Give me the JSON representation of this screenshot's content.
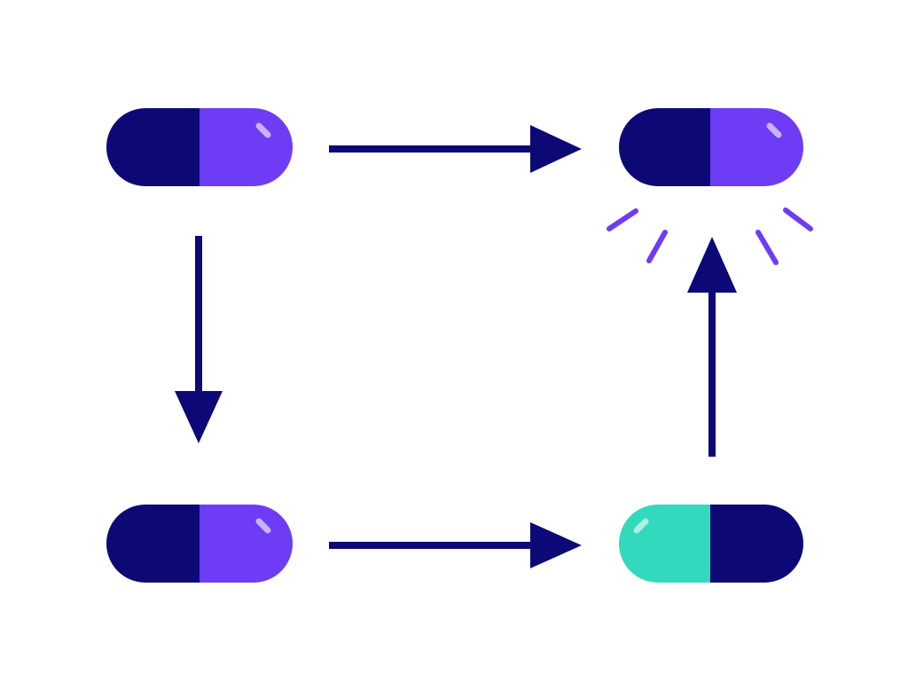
{
  "colors": {
    "background": "#ffffff",
    "navy": "#0c0875",
    "purple": "#6e3cf4",
    "teal": "#33d9bd",
    "highlight": "#d6c8ff",
    "highlight_teal": "#bff5ea",
    "arrow": "#0c0875",
    "spark": "#6e3cf4"
  },
  "capsules": [
    {
      "id": "capsule-top-left",
      "left_color": "navy",
      "right_color": "purple",
      "icon": "capsule-icon"
    },
    {
      "id": "capsule-top-right",
      "left_color": "navy",
      "right_color": "purple",
      "icon": "capsule-icon"
    },
    {
      "id": "capsule-bottom-left",
      "left_color": "navy",
      "right_color": "purple",
      "icon": "capsule-icon"
    },
    {
      "id": "capsule-bottom-right",
      "left_color": "teal",
      "right_color": "navy",
      "icon": "capsule-icon"
    }
  ],
  "arrows": [
    {
      "id": "arrow-top-right",
      "direction": "right"
    },
    {
      "id": "arrow-left-down",
      "direction": "down"
    },
    {
      "id": "arrow-bottom-right",
      "direction": "right"
    },
    {
      "id": "arrow-right-up",
      "direction": "up"
    }
  ],
  "glow": {
    "icon": "glow-burst-icon",
    "rays": 4
  }
}
